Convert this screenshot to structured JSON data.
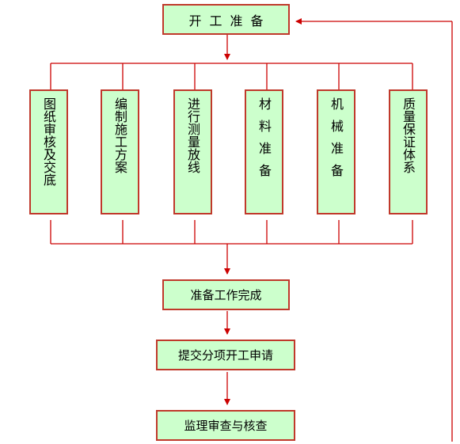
{
  "colors": {
    "box_fill": "#ccffcc",
    "border": "#c0392b",
    "line": "#cc0000"
  },
  "nodes": {
    "start": "开工准备",
    "prep_items": [
      "图纸审核及交底",
      "编制施工方案",
      "进行测量放线",
      "材料准备",
      "机械准备",
      "质量保证体系"
    ],
    "prep_done": "准备工作完成",
    "submit": "提交分项开工申请",
    "review": "监理审查与核查"
  }
}
